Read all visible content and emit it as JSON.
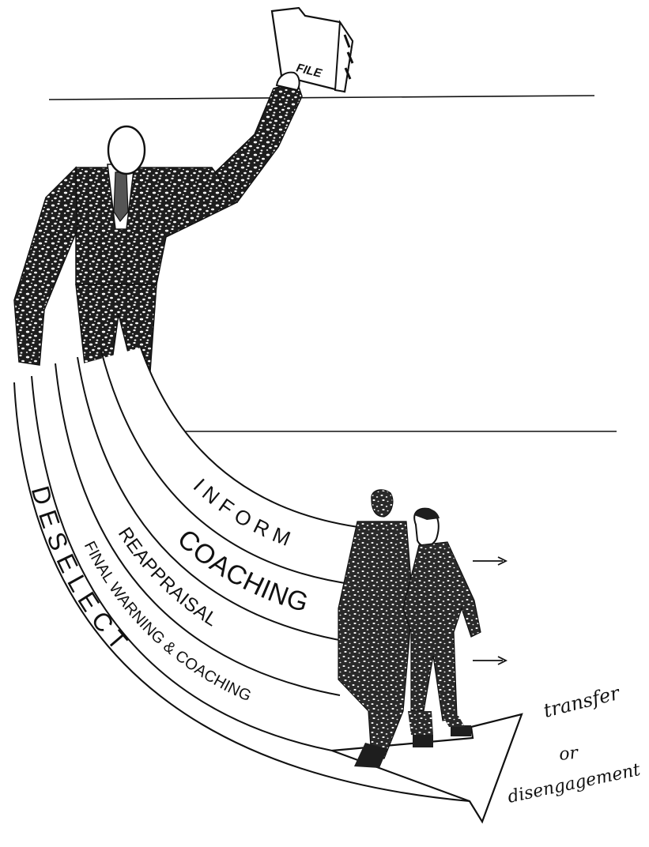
{
  "folder": {
    "label": "FILE"
  },
  "bands": [
    {
      "text": "I N F O R M",
      "size": 26,
      "offset": 46
    },
    {
      "text": "COACHING",
      "size": 34,
      "offset": 52
    },
    {
      "text": "REAPPRAISAL",
      "size": 24,
      "offset": 40
    },
    {
      "text": "FINAL WARNING & COACHING",
      "size": 20,
      "offset": 36
    },
    {
      "text": "D E S E L E C T",
      "size": 32,
      "offset": 18
    }
  ],
  "arrow_label": [
    "transfer",
    "or",
    "disengagement"
  ],
  "colors": {
    "ink": "#111111",
    "paper": "#ffffff",
    "suit": "#2b2b2b"
  }
}
